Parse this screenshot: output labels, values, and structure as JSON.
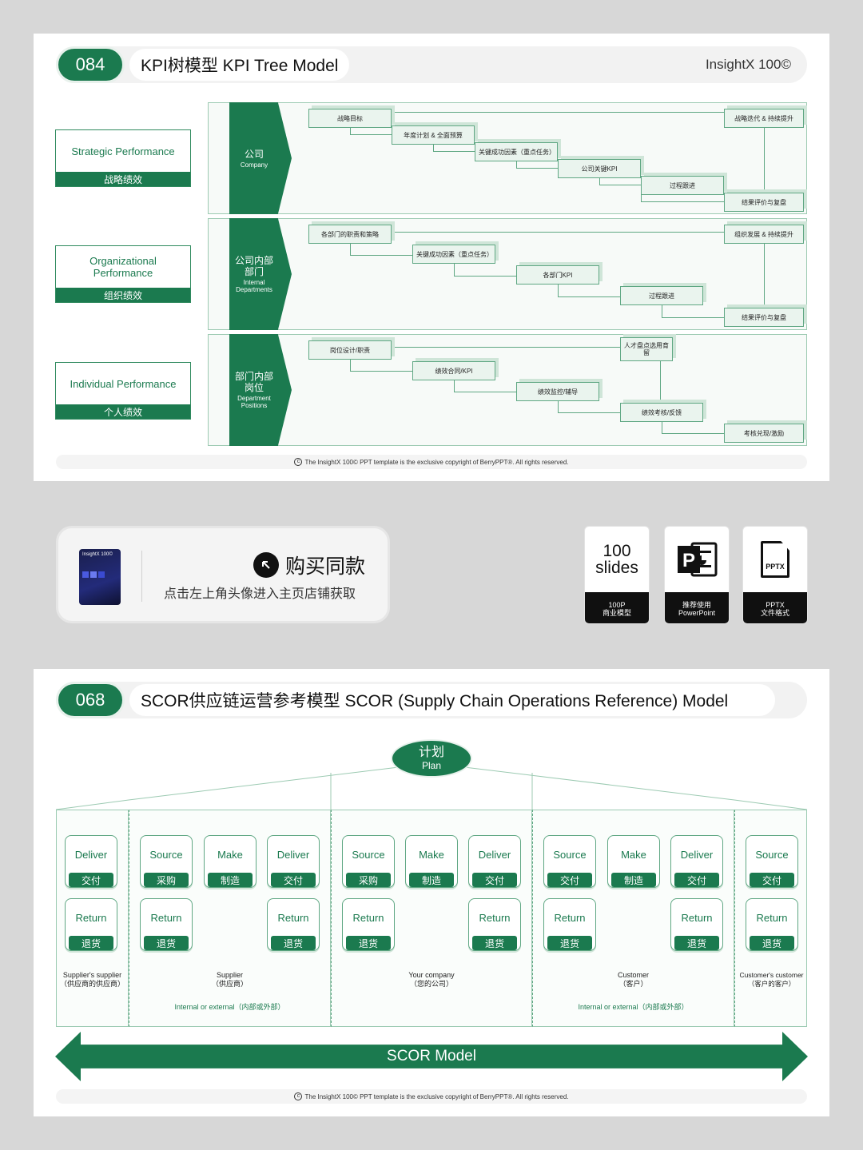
{
  "slide1": {
    "number": "084",
    "title": "KPI树模型 KPI Tree Model",
    "brand": "InsightX 100©",
    "levels": [
      {
        "en": "Strategic Performance",
        "zh": "战略绩效"
      },
      {
        "en": "Organizational Performance",
        "zh": "组织绩效"
      },
      {
        "en": "Individual Performance",
        "zh": "个人绩效"
      }
    ],
    "rows": [
      {
        "zh": "公司",
        "en": "Company",
        "boxes": [
          "战略目标",
          "年度计划 & 全面预算",
          "关键成功因素（重点任务）",
          "公司关键KPI",
          "过程跟进",
          "结果评价与复盘",
          "战略迭代 & 持续提升"
        ]
      },
      {
        "zh": "公司内部部门",
        "en": "Internal Departments",
        "boxes": [
          "各部门的职责和策略",
          "关键成功因素（重点任务）",
          "各部门KPI",
          "过程跟进",
          "结果评价与复盘",
          "组织发展 & 持续提升"
        ]
      },
      {
        "zh": "部门内部岗位",
        "en": "Department Positions",
        "boxes": [
          "岗位设计/职责",
          "绩效合同/KPI",
          "绩效监控/辅导",
          "绩效考核/反馈",
          "考核兑现/激励",
          "人才盘点选用育留"
        ]
      }
    ],
    "footer": "The InsightX 100© PPT template is the exclusive copyright of BerryPPT®. All rights reserved."
  },
  "promo": {
    "book_label": "InsightX 100©",
    "title": "购买同款",
    "subtitle": "点击左上角头像进入主页店铺获取",
    "tiles": [
      {
        "top_line1": "100",
        "top_line2": "slides",
        "bottom_line1": "100P",
        "bottom_line2": "商业模型"
      },
      {
        "icon": "powerpoint-icon",
        "bottom_line1": "推荐使用",
        "bottom_line2": "PowerPoint"
      },
      {
        "icon": "pptx-file-icon",
        "icon_text": "PPTX",
        "bottom_line1": "PPTX",
        "bottom_line2": "文件格式"
      }
    ]
  },
  "slide2": {
    "number": "068",
    "title": "SCOR供应链运营参考模型 SCOR (Supply Chain Operations Reference) Model",
    "plan": {
      "zh": "计划",
      "en": "Plan"
    },
    "columns": [
      {
        "label": "Supplier's supplier",
        "label_zh": "（供应商的供应商）",
        "items": [
          {
            "en": "Deliver",
            "zh": "交付"
          },
          {
            "en": "Return",
            "zh": "退货"
          }
        ]
      },
      {
        "label": "Supplier",
        "label_zh": "（供应商）",
        "items": [
          {
            "en": "Source",
            "zh": "采购"
          },
          {
            "en": "Make",
            "zh": "制造"
          },
          {
            "en": "Deliver",
            "zh": "交付"
          },
          {
            "en": "Return",
            "zh": "退货"
          },
          {
            "en": "Return",
            "zh": "退货"
          }
        ]
      },
      {
        "label": "Your company",
        "label_zh": "（您的公司）",
        "items": [
          {
            "en": "Source",
            "zh": "采购"
          },
          {
            "en": "Make",
            "zh": "制造"
          },
          {
            "en": "Deliver",
            "zh": "交付"
          },
          {
            "en": "Return",
            "zh": "退货"
          },
          {
            "en": "Return",
            "zh": "退货"
          }
        ]
      },
      {
        "label": "Customer",
        "label_zh": "（客户）",
        "items": [
          {
            "en": "Source",
            "zh": "交付"
          },
          {
            "en": "Make",
            "zh": "制造"
          },
          {
            "en": "Deliver",
            "zh": "交付"
          },
          {
            "en": "Return",
            "zh": "退货"
          },
          {
            "en": "Return",
            "zh": "退货"
          }
        ]
      },
      {
        "label": "Customer's customer",
        "label_zh": "（客户的客户）",
        "items": [
          {
            "en": "Source",
            "zh": "交付"
          },
          {
            "en": "Return",
            "zh": "退货"
          }
        ]
      }
    ],
    "internal_external": "Internal or external（内部或外部）",
    "arrow_label": "SCOR Model",
    "footer": "The InsightX 100© PPT template is the exclusive copyright of BerryPPT®. All rights reserved."
  },
  "colors": {
    "accent": "#1b7a4f",
    "accent_light": "#eaf4ee",
    "background": "#d7d7d7"
  }
}
